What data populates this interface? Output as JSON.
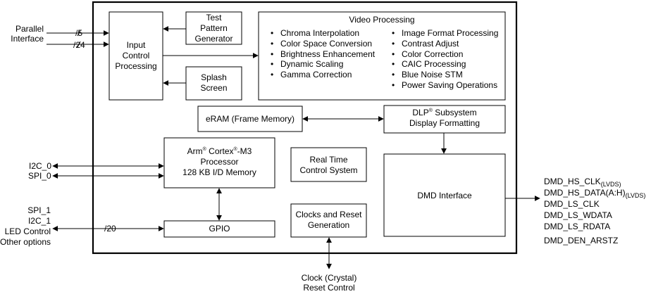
{
  "blocks": {
    "input_control": [
      "Input",
      "Control",
      "Processing"
    ],
    "test_pattern": [
      "Test",
      "Pattern",
      "Generator"
    ],
    "splash_screen": [
      "Splash",
      "Screen"
    ],
    "video_processing": {
      "title": "Video Processing",
      "left_items": [
        "Chroma Interpolation",
        "Color Space Conversion",
        "Brightness Enhancement",
        "Dynamic Scaling",
        "Gamma Correction"
      ],
      "right_items": [
        "Image Format Processing",
        "Contrast Adjust",
        "Color Correction",
        "CAIC Processing",
        "Blue Noise STM",
        "Power Saving Operations"
      ]
    },
    "eram": "eRAM (Frame Memory)",
    "dlp": {
      "line1_pre": "DLP",
      "line1_sup": "®",
      "line1_post": " Subsystem",
      "line2": "Display Formatting"
    },
    "arm": {
      "arm": "Arm",
      "reg1": "®",
      "cortex": " Cortex",
      "reg2": "®",
      "model": "-M3",
      "line2": "Processor",
      "line3": "128 KB I/D Memory"
    },
    "rtc": [
      "Real Time",
      "Control System"
    ],
    "gpio": "GPIO",
    "clocks": [
      "Clocks and Reset",
      "Generation"
    ],
    "dmd": "DMD Interface"
  },
  "external": {
    "parallel": [
      "Parallel",
      "Interface"
    ],
    "bus5": "/5",
    "bus24": "/24",
    "i2c0": "I2C_0",
    "spi0": "SPI_0",
    "gpio_left": [
      "SPI_1",
      "I2C_1",
      "LED Control",
      "Other options"
    ],
    "bus20": "/20",
    "clock_bottom": [
      "Clock (Crystal)",
      "Reset Control"
    ]
  },
  "dmd_signals": {
    "hs_clk": {
      "main": "DMD_HS_CLK",
      "sub": "(LVDS)"
    },
    "hs_data": {
      "main": "DMD_HS_DATA(A:H)",
      "sub": "(LVDS)"
    },
    "ls_clk": "DMD_LS_CLK",
    "ls_wdata": "DMD_LS_WDATA",
    "ls_rdata": "DMD_LS_RDATA",
    "den_arstz": "DMD_DEN_ARSTZ"
  }
}
